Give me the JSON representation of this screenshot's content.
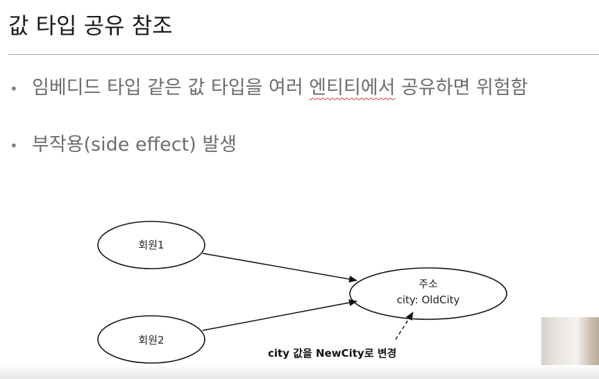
{
  "slide": {
    "title": "값 타입 공유 참조",
    "bullets": [
      {
        "marker": "•",
        "parts": [
          "임베디드 타입 같은 값 타입을 여러 ",
          "엔티티에서",
          " 공유하면 위험함"
        ]
      },
      {
        "marker": "•",
        "parts": [
          "부작용(side effect) 발생"
        ]
      }
    ]
  },
  "diagram": {
    "member1": "회원1",
    "member2": "회원2",
    "address_title": "주소",
    "address_value": "city: OldCity",
    "change_note": "city 값을 NewCity로 변경"
  }
}
